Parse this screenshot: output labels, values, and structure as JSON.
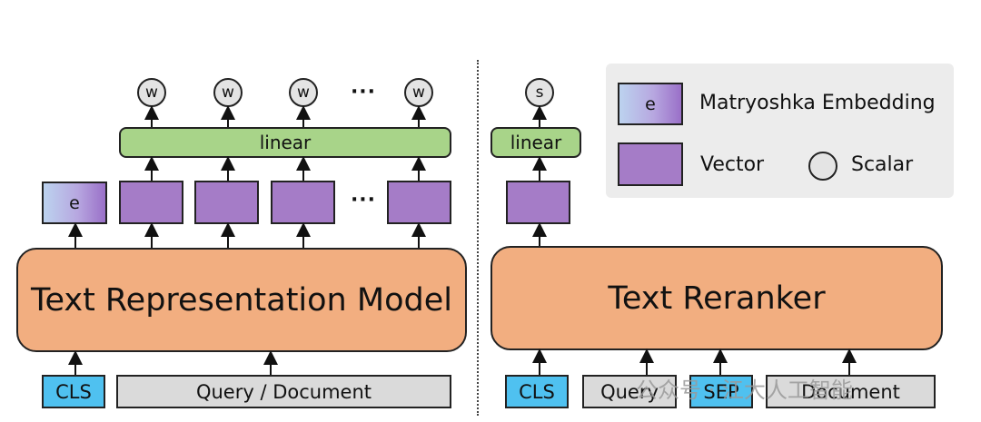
{
  "left": {
    "model_label": "Text Representation Model",
    "embedding_label": "e",
    "linear_label": "linear",
    "weight_labels": [
      "w",
      "w",
      "w",
      "w"
    ],
    "ellipsis": "···",
    "tokens": {
      "cls": "CLS",
      "query_document": "Query / Document"
    }
  },
  "right": {
    "model_label": "Text Reranker",
    "linear_label": "linear",
    "scalar_label": "s",
    "tokens": {
      "cls": "CLS",
      "query": "Query",
      "sep": "SEP",
      "document": "Document"
    }
  },
  "legend": {
    "embedding_swatch": "e",
    "embedding": "Matryoshka Embedding",
    "vector": "Vector",
    "scalar": "Scalar"
  },
  "watermark": "公众号 · 江大人工智能",
  "colors": {
    "model": "#f2ae80",
    "vector": "#a57cc7",
    "linear": "#a8d489",
    "token_cls": "#4fc1f0",
    "token_other": "#dadada",
    "scalar": "#e4e4e4"
  }
}
